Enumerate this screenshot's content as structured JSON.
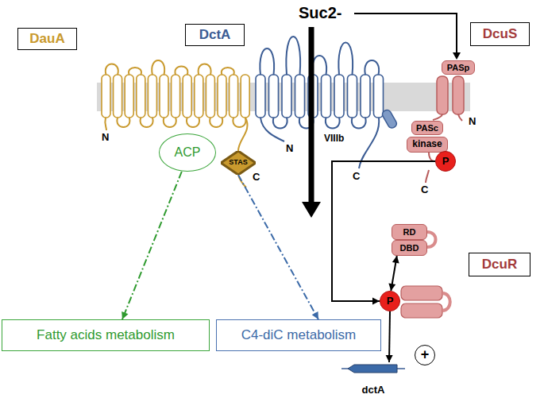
{
  "diagram": {
    "nodes": [
      {
        "text": [
          "DauA"
        ]
      },
      {
        "text": [
          "DctA"
        ]
      },
      {
        "text": [
          "DcuS"
        ]
      },
      {
        "text": [
          "DcuR"
        ]
      },
      {
        "text": [
          "STAS"
        ]
      },
      {
        "text": [
          "ACP"
        ]
      },
      {
        "text": [
          "PASp"
        ]
      },
      {
        "text": [
          "PASc"
        ]
      },
      {
        "text": [
          "kinase"
        ]
      },
      {
        "text": [
          "P"
        ]
      },
      {
        "text": [
          "RD"
        ]
      },
      {
        "text": [
          "DBD"
        ]
      },
      {
        "text": [
          "P"
        ]
      },
      {
        "text": [
          "+"
        ]
      },
      {
        "text": [
          "dctA"
        ]
      },
      {
        "text": [
          "Fatty acids metabolism"
        ]
      },
      {
        "text": [
          "C4-diC metabolism"
        ]
      }
    ],
    "edges": [
      {
        "from": 5,
        "to": 15,
        "arrow": "to"
      },
      {
        "from": 4,
        "to": 16,
        "arrow": "to"
      },
      {
        "from": 9,
        "to": 12,
        "arrow": "to"
      },
      {
        "from": 11,
        "to": 12,
        "arrow": "both"
      },
      {
        "from": 12,
        "to": 14,
        "arrow": "to"
      }
    ],
    "labels": [
      "Suc2-",
      "N",
      "C",
      "N",
      "VIIIb",
      "C",
      "C",
      "N"
    ]
  }
}
